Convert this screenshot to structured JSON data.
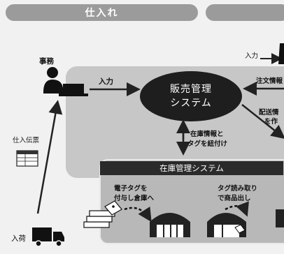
{
  "headers": {
    "left": "仕入れ",
    "right": ""
  },
  "system": {
    "line1": "販売管理",
    "line2": "システム"
  },
  "inventory": {
    "title": "在庫管理システム"
  },
  "labels": {
    "office": "事務",
    "input_left": "入力",
    "input_right": "入力",
    "order_info": "注文情報",
    "delivery_line1": "配送情",
    "delivery_line2": "を作",
    "slip": "仕入伝票",
    "link_line1": "在庫情報と",
    "link_line2": "タグを紐付け",
    "tag_line1": "電子タグを",
    "tag_line2": "付与し倉庫へ",
    "read_line1": "タグ読み取り",
    "read_line2": "で商品出し",
    "arrival": "入荷"
  }
}
